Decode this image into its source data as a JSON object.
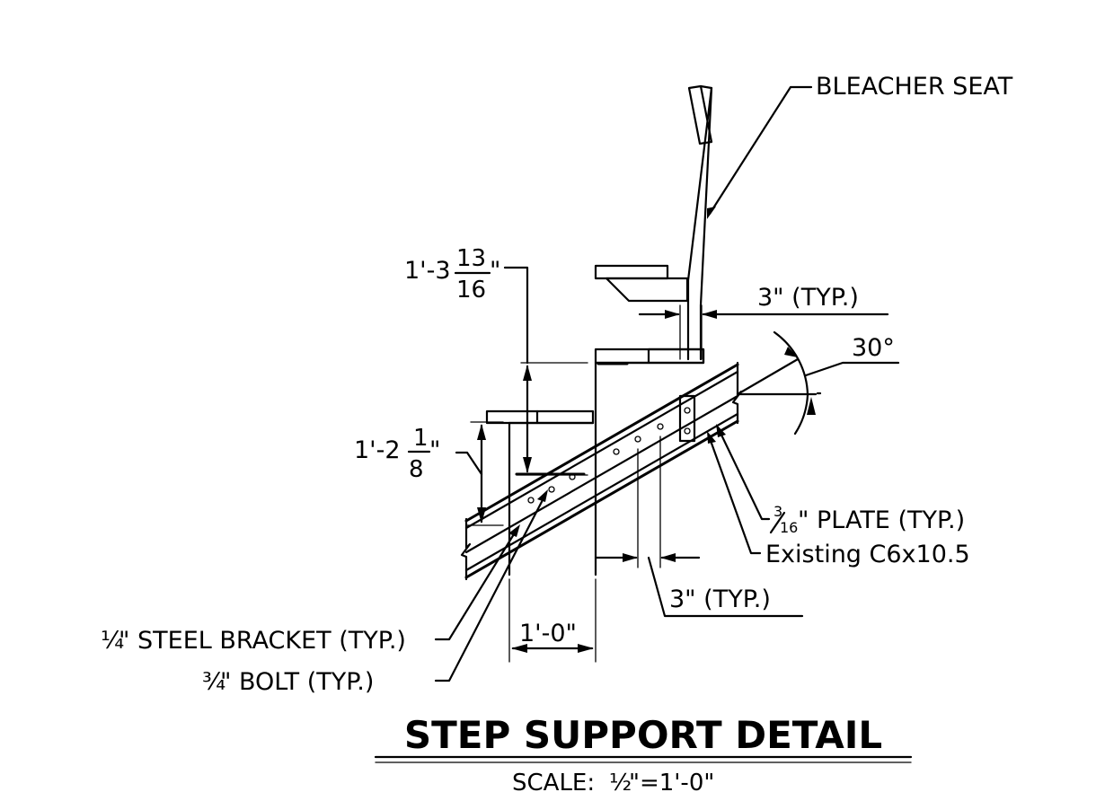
{
  "title": "STEP SUPPORT DETAIL",
  "scale": {
    "prefix": "SCALE: ",
    "fraction": "½",
    "suffix": "\"=1'-0\""
  },
  "labels": {
    "bleacher_seat": "BLEACHER SEAT",
    "plate_prefix": "3",
    "plate_denominator": "16",
    "plate_text": "\" PLATE (TYP.)",
    "existing_channel": "Existing C6x10.5",
    "steel_bracket_fraction": "¼",
    "steel_bracket_text": "\" STEEL BRACKET (TYP.)",
    "bolt_fraction": "¾",
    "bolt_text": "\" BOLT (TYP.)"
  },
  "dimensions": {
    "riser_upper": {
      "whole": "1'-3",
      "numerator": "13",
      "denominator": "16",
      "unit": "\""
    },
    "riser_lower": {
      "whole": "1'-2",
      "numerator": "1",
      "denominator": "8",
      "unit": "\""
    },
    "tread": "1'-0\"",
    "seat_post_width": "3\" (TYP.)",
    "bolt_spacing": "3\" (TYP.)",
    "angle": "30°"
  }
}
